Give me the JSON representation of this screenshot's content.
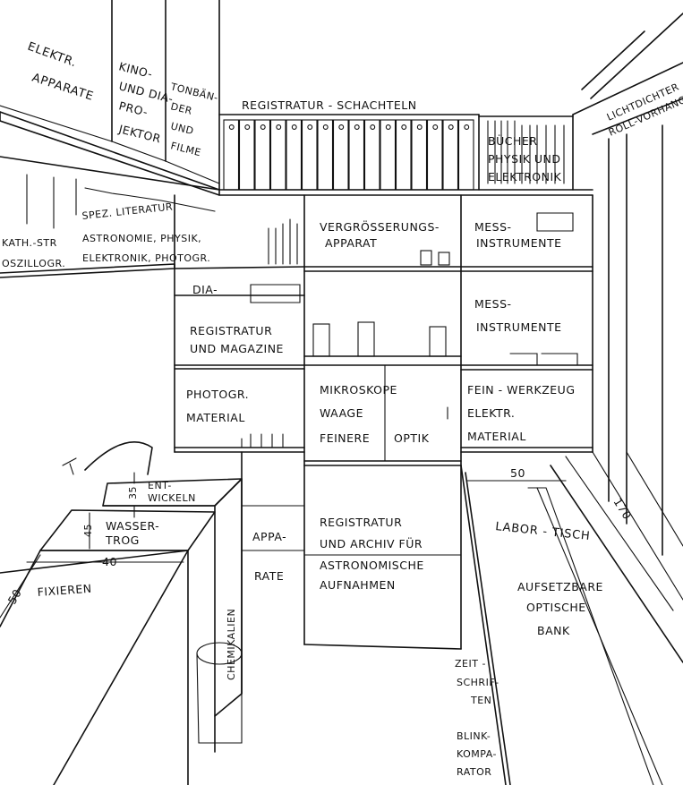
{
  "labels": {
    "elektr_apparate": [
      "ELEKTR.",
      "APPARATE"
    ],
    "kino": [
      "KINO-",
      "UND DIA-",
      "PRO-",
      "JEKTOR"
    ],
    "tonbaender": [
      "TONBÄN-",
      "DER",
      "UND",
      "FILME"
    ],
    "registratur_schachteln": "REGISTRATUR - SCHACHTELN",
    "buecher": [
      "BÜCHER",
      "PHYSIK UND",
      "ELEKTRONIK"
    ],
    "lichtdichter": [
      "LICHTDICHTER",
      "ROLL-VORHANG"
    ],
    "spez_literatur": [
      "SPEZ. LITERATUR",
      "ASTRONOMIE, PHYSIK,",
      "ELEKTRONIK, PHOTOGR."
    ],
    "kath_str": [
      "KATH.-STR",
      "OSZILLOGR."
    ],
    "vergroesserung": [
      "VERGRÖSSERUNGS-",
      "APPARAT"
    ],
    "mess1": [
      "MESS-",
      "INSTRUMENTE"
    ],
    "mess2": [
      "MESS-",
      "INSTRUMENTE"
    ],
    "dia": "DIA-",
    "registratur_magazine": [
      "REGISTRATUR",
      "UND MAGAZINE"
    ],
    "photogr_material": [
      "PHOTOGR.",
      "MATERIAL"
    ],
    "mikroskope": [
      "MIKROSKOPE",
      "WAAGE",
      "FEINERE",
      "OPTIK"
    ],
    "fein_werkzeug": [
      "FEIN - WERKZEUG",
      "ELEKTR.",
      "MATERIAL"
    ],
    "entwickeln": [
      "ENT-",
      "WICKELN"
    ],
    "wassertrog": [
      "WASSER-",
      "TROG"
    ],
    "fixieren": "FIXIEREN",
    "appa_rate": [
      "APPA-",
      "RATE"
    ],
    "chemikalien": "CHEMIKALIEN",
    "registratur_archiv": [
      "REGISTRATUR",
      "UND ARCHIV FÜR",
      "ASTRONOMISCHE",
      "AUFNAHMEN"
    ],
    "labor_tisch": "LABOR - TISCH",
    "optische_bank": [
      "AUFSETZBARE",
      "OPTISCHE",
      "BANK"
    ],
    "zeitschriften": [
      "ZEIT -",
      "SCHRIF-",
      "TEN"
    ],
    "blinkkomparator": [
      "BLINK-",
      "KOMPA-",
      "RATOR"
    ],
    "dims": {
      "d35": "35",
      "d45": "45",
      "d40": "40",
      "d50a": "50",
      "d50b": "50",
      "d170": "170"
    }
  }
}
